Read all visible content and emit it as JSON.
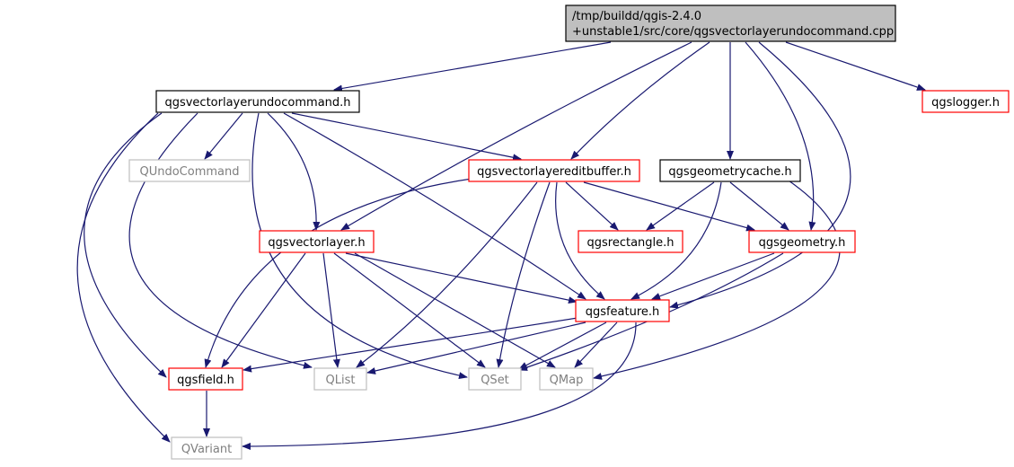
{
  "diagram": {
    "type": "include-dependency-graph",
    "colors": {
      "edge": "#191970",
      "node_text": "#000000",
      "root_fill": "#bfbfbf",
      "border_black": "#000000",
      "border_red": "#ff0000",
      "border_gray": "#bfbfbf",
      "gray_text": "#7f7f7f"
    },
    "nodes": [
      {
        "id": "root",
        "lines": [
          "/tmp/buildd/qgis-2.4.0",
          "+unstable1/src/core/qgsvectorlayerundocommand.cpp"
        ],
        "style": "root"
      },
      {
        "id": "undocmd_h",
        "lines": [
          "qgsvectorlayerundocommand.h"
        ],
        "style": "black"
      },
      {
        "id": "qgslogger",
        "lines": [
          "qgslogger.h"
        ],
        "style": "red"
      },
      {
        "id": "qundocommand",
        "lines": [
          "QUndoCommand"
        ],
        "style": "gray"
      },
      {
        "id": "editbuffer",
        "lines": [
          "qgsvectorlayereditbuffer.h"
        ],
        "style": "red"
      },
      {
        "id": "geomcache",
        "lines": [
          "qgsgeometrycache.h"
        ],
        "style": "black"
      },
      {
        "id": "vectorlayer",
        "lines": [
          "qgsvectorlayer.h"
        ],
        "style": "red"
      },
      {
        "id": "rectangle",
        "lines": [
          "qgsrectangle.h"
        ],
        "style": "red"
      },
      {
        "id": "geometry",
        "lines": [
          "qgsgeometry.h"
        ],
        "style": "red"
      },
      {
        "id": "feature",
        "lines": [
          "qgsfeature.h"
        ],
        "style": "red"
      },
      {
        "id": "field",
        "lines": [
          "qgsfield.h"
        ],
        "style": "red"
      },
      {
        "id": "qlist",
        "lines": [
          "QList"
        ],
        "style": "gray"
      },
      {
        "id": "qset",
        "lines": [
          "QSet"
        ],
        "style": "gray"
      },
      {
        "id": "qmap",
        "lines": [
          "QMap"
        ],
        "style": "gray"
      },
      {
        "id": "qvariant",
        "lines": [
          "QVariant"
        ],
        "style": "gray"
      }
    ],
    "edges": [
      {
        "from": "root",
        "to": "undocmd_h"
      },
      {
        "from": "root",
        "to": "qgslogger"
      },
      {
        "from": "root",
        "to": "editbuffer"
      },
      {
        "from": "root",
        "to": "geomcache"
      },
      {
        "from": "root",
        "to": "vectorlayer"
      },
      {
        "from": "root",
        "to": "geometry"
      },
      {
        "from": "root",
        "to": "feature"
      },
      {
        "from": "undocmd_h",
        "to": "qundocommand"
      },
      {
        "from": "undocmd_h",
        "to": "editbuffer"
      },
      {
        "from": "undocmd_h",
        "to": "vectorlayer"
      },
      {
        "from": "undocmd_h",
        "to": "feature"
      },
      {
        "from": "undocmd_h",
        "to": "field"
      },
      {
        "from": "undocmd_h",
        "to": "qlist"
      },
      {
        "from": "undocmd_h",
        "to": "qset"
      },
      {
        "from": "undocmd_h",
        "to": "qvariant"
      },
      {
        "from": "editbuffer",
        "to": "rectangle"
      },
      {
        "from": "editbuffer",
        "to": "geometry"
      },
      {
        "from": "editbuffer",
        "to": "feature"
      },
      {
        "from": "editbuffer",
        "to": "field"
      },
      {
        "from": "editbuffer",
        "to": "qlist"
      },
      {
        "from": "editbuffer",
        "to": "qset"
      },
      {
        "from": "geomcache",
        "to": "rectangle"
      },
      {
        "from": "geomcache",
        "to": "geometry"
      },
      {
        "from": "geomcache",
        "to": "feature"
      },
      {
        "from": "geomcache",
        "to": "qmap"
      },
      {
        "from": "vectorlayer",
        "to": "feature"
      },
      {
        "from": "vectorlayer",
        "to": "field"
      },
      {
        "from": "vectorlayer",
        "to": "qlist"
      },
      {
        "from": "vectorlayer",
        "to": "qset"
      },
      {
        "from": "vectorlayer",
        "to": "qmap"
      },
      {
        "from": "geometry",
        "to": "feature"
      },
      {
        "from": "geometry",
        "to": "qset"
      },
      {
        "from": "feature",
        "to": "field"
      },
      {
        "from": "feature",
        "to": "qlist"
      },
      {
        "from": "feature",
        "to": "qset"
      },
      {
        "from": "feature",
        "to": "qmap"
      },
      {
        "from": "feature",
        "to": "qvariant"
      },
      {
        "from": "field",
        "to": "qvariant"
      }
    ]
  }
}
